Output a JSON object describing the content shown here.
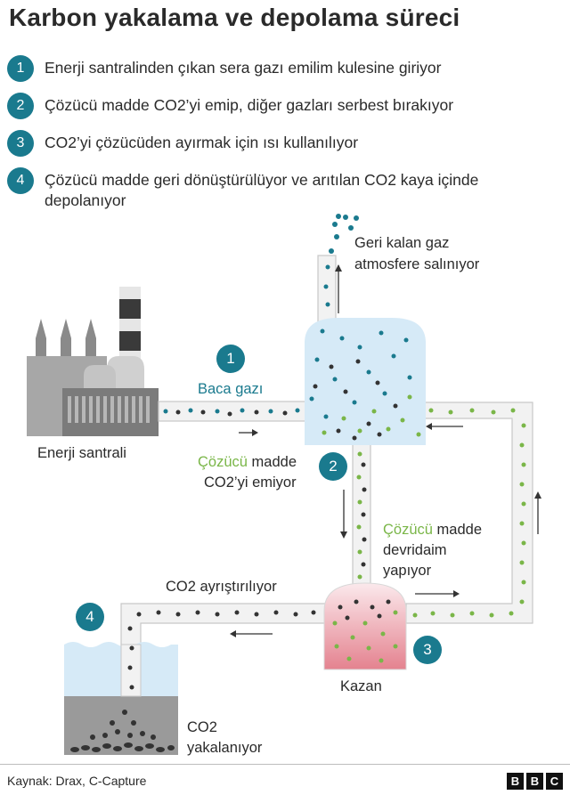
{
  "title": "Karbon yakalama ve depolama süreci",
  "steps": [
    {
      "num": "1",
      "text": "Enerji santralinden çıkan sera gazı emilim kulesine giriyor"
    },
    {
      "num": "2",
      "text": "Çözücü madde CO2’yi emip, diğer gazları serbest bırakıyor"
    },
    {
      "num": "3",
      "text": "CO2’yi çözücüden ayırmak için ısı kullanılıyor"
    },
    {
      "num": "4",
      "text": "Çözücü madde geri dönüştürülüyor ve arıtılan CO2 kaya içinde depolanıyor"
    }
  ],
  "diagram": {
    "power_plant": "Enerji santrali",
    "flue_gas": "Baca gazı",
    "released_gas_1": "Geri kalan gaz",
    "released_gas_2": "atmosfere salınıyor",
    "solvent_word": "Çözücü",
    "absorbs_1": "madde",
    "absorbs_2": "CO2’yi emiyor",
    "circ_2": "madde",
    "circ_3": "devridaim",
    "circ_4": "yapıyor",
    "separated": "CO2 ayrıştırılıyor",
    "boiler": "Kazan",
    "captured_1": "CO2",
    "captured_2": "yakalanıyor",
    "badges": [
      "1",
      "2",
      "3",
      "4"
    ]
  },
  "colors": {
    "teal": "#1a7a8e",
    "green": "#7ab648",
    "dark_dot": "#333333",
    "pipe": "#f2f2f2",
    "tower_fill": "#d6eaf7",
    "boiler_fill": "#e4828f"
  },
  "footer": {
    "source": "Kaynak: Drax, C-Capture",
    "logo": [
      "B",
      "B",
      "C"
    ]
  }
}
